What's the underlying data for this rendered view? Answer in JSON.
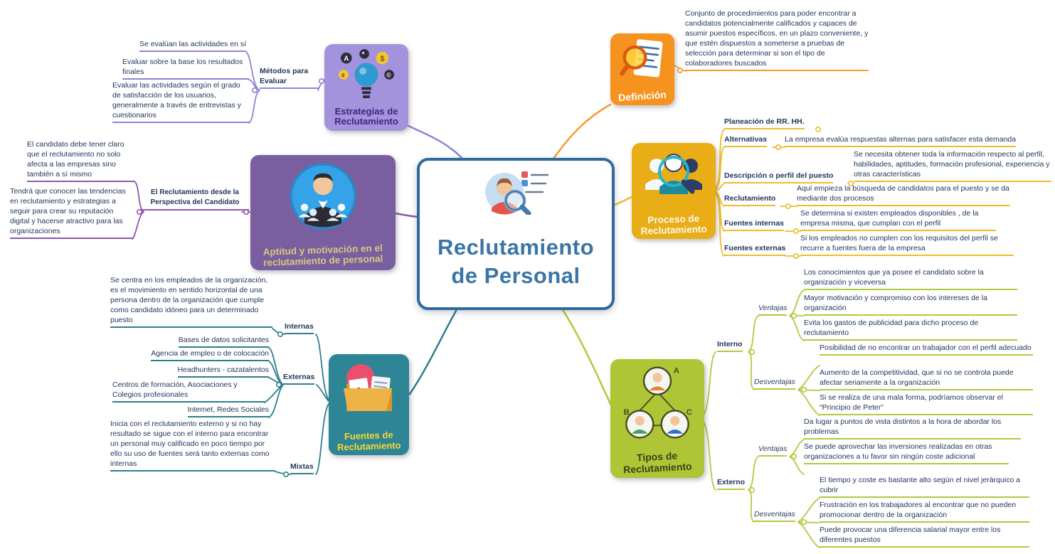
{
  "center": {
    "title_line1": "Reclutamiento",
    "title_line2": "de Personal"
  },
  "definicion": {
    "label": "Definición",
    "text": "Conjunto de procedimientos para poder encontrar  a candidatos potencialmente calificados  y capaces de asumir puestos específicos, en un plazo conveniente, y que estén dispuestos a someterse a pruebas de selección para determinar si son el tipo de colaboradores buscados"
  },
  "proceso": {
    "label": "Proceso de Reclutamiento",
    "items": [
      {
        "label": "Planeación de RR. HH.",
        "text": ""
      },
      {
        "label": "Alternativas",
        "text": "La empresa evalúa respuestas alternas para satisfacer esta demanda"
      },
      {
        "label": "Descripción o perfil del puesto",
        "text": "Se necesita obtener toda la información respecto al perfil, habilidades, aptitudes, formación profesional, experiencia y otras características"
      },
      {
        "label": "Reclutamiento",
        "text": "Aquí empieza la búsqueda de candidatos para el puesto y se da mediante dos procesos"
      },
      {
        "label": "Fuentes internas",
        "text": "Se determina si existen empleados disponibles , de la empresa misma, que cumplan con el perfil"
      },
      {
        "label": "Fuentes externas",
        "text": "Si los empleados no cumplen con los requisitos del perfil se recurre a fuentes fuera de la empresa"
      }
    ]
  },
  "tipos": {
    "label": "Tipos de Reclutamiento",
    "interno": {
      "label": "Interno",
      "ventajas": {
        "label": "Ventajas",
        "items": [
          "Los conocimientos que ya posee el candidato sobre la organización y viceversa",
          "Mayor motivación y compromiso con los intereses de la organización",
          "Evita los gastos de publicidad para dicho proceso de reclutamiento"
        ]
      },
      "desventajas": {
        "label": "Desventajas",
        "items": [
          "Posibilidad de no encontrar un trabajador con el perfil adecuado",
          "Aumento de la competitividad, que si no se controla puede afectar seriamente a la organización",
          "Si se realiza de una mala forma, podríamos observar el “Principio de Peter”"
        ]
      }
    },
    "externo": {
      "label": "Externo",
      "ventajas": {
        "label": "Ventajas",
        "items": [
          "Da lugar a puntos de vista distintos a la hora de abordar los problemas",
          "Se puede aprovechar las inversiones realizadas en otras organizaciones a tu favor sin ningún coste adicional"
        ]
      },
      "desventajas": {
        "label": "Desventajas",
        "items": [
          "El tiempo y coste es bastante alto según el nivel jerárquico a cubrir",
          "Frustración en los trabajadores al encontrar que no pueden promocionar dentro de la organización",
          "Puede provocar una diferencia salarial mayor entre los diferentes puestos"
        ]
      }
    }
  },
  "estrategias": {
    "label": "Estrategias de Reclutamiento",
    "metodos": {
      "label": "Métodos para Evaluar",
      "items": [
        "Se evalúan las actividades en sí",
        "Evaluar sobre la base los resultados finales",
        "Evaluar las actividades según el grado de satisfacción de los usuarios, generalmente a través de entrevistas y cuestionarios"
      ]
    }
  },
  "aptitud": {
    "label": "Aptitud y motivación en el reclutamiento de personal",
    "perspectiva": {
      "label": "El Reclutamiento desde la Perspectiva del Candidato",
      "items": [
        "El candidato debe tener claro que el reclutamiento no solo afecta a las empresas sino también a sí mismo",
        "Tendrá que conocer las tendencias en reclutamiento y estrategias a seguir para crear su reputación digital y hacerse atractivo para las organizaciones"
      ]
    }
  },
  "fuentes": {
    "label": "Fuentes de Reclutamiento",
    "internas": {
      "label": "Internas",
      "text": "Se centra en los empleados de la organización, es el movimiento en sentido horizontal de una persona dentro de la organización que  cumple como candidato idóneo para un determinado puesto"
    },
    "externas": {
      "label": "Externas",
      "items": [
        "Bases de datos solicitantes",
        "Agencia de empleo o de colocación",
        "Headhunters - cazatalentos",
        "Centros de formación, Asociaciones y Colegios profesionales",
        "Internet, Redes Sociales"
      ]
    },
    "mixtas": {
      "label": "Mixtas",
      "text": "Inicia con el reclutamiento externo y si no hay resultado se sigue con el interno para encontrar un personal muy calificado en poco tiempo por ello su uso de fuentes será tanto externas como internas"
    }
  },
  "icons": {
    "center": "person-with-magnifier-and-checklist-icon",
    "definicion": "document-magnifier-icon",
    "proceso": "people-search-icon",
    "tipos": "three-people-network-icon",
    "estrategias": "idea-bulb-icon",
    "aptitud": "team-circle-icon",
    "fuentes": "folder-documents-icon"
  },
  "colors": {
    "definicion": "#f6921e",
    "proceso": "#e9ad16",
    "tipos": "#aec636",
    "estrategias": "#a293dc",
    "aptitud": "#7a5fa0",
    "fuentes": "#2e8596",
    "center_border": "#2d6a9f",
    "center_title": "#3a75a8"
  }
}
